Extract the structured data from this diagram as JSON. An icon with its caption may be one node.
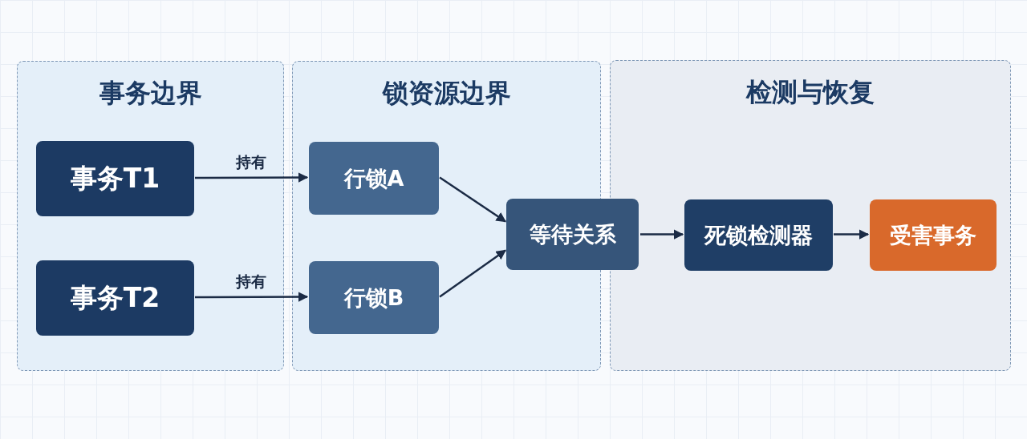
{
  "diagram": {
    "nodes": [
      {
        "text": [
          "事务边界"
        ]
      },
      {
        "text": [
          "事务T1"
        ],
        "in": 0
      },
      {
        "text": [
          "事务T2"
        ],
        "in": 0
      },
      {
        "text": [
          "锁资源边界"
        ]
      },
      {
        "text": [
          "行锁A"
        ],
        "in": 3
      },
      {
        "text": [
          "行锁B"
        ],
        "in": 3
      },
      {
        "text": [
          "等待关系"
        ]
      },
      {
        "text": [
          "检测与恢复"
        ]
      },
      {
        "text": [
          "死锁检测器"
        ],
        "in": 7
      },
      {
        "text": [
          "受害事务"
        ],
        "in": 7
      }
    ],
    "edges": [
      {
        "from": 1,
        "to": 4,
        "arrow": "to",
        "label": "持有"
      },
      {
        "from": 2,
        "to": 5,
        "arrow": "to",
        "label": "持有"
      },
      {
        "from": 4,
        "to": 6,
        "arrow": "to"
      },
      {
        "from": 5,
        "to": 6,
        "arrow": "to"
      },
      {
        "from": 6,
        "to": 8,
        "arrow": "to"
      },
      {
        "from": 8,
        "to": 9,
        "arrow": "to"
      }
    ]
  }
}
